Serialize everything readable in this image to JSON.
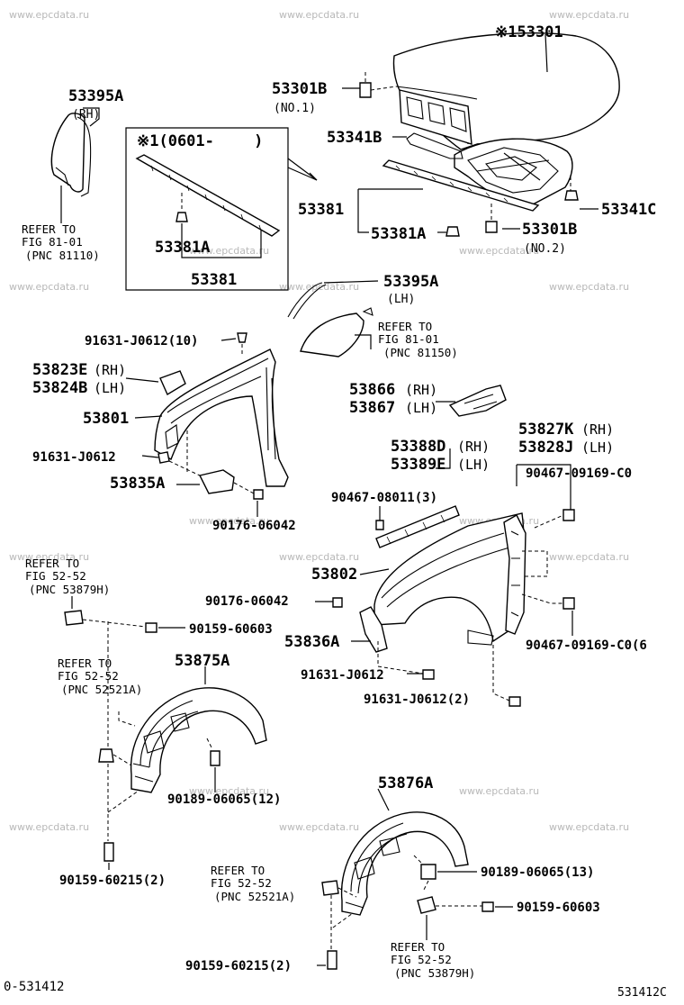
{
  "watermarks": [
    "www.epcdata.ru"
  ],
  "parts": {
    "p153301": "※153301",
    "p53395A_rh": "53395A",
    "rh_paren": "(RH)",
    "p53301B_1": "53301B",
    "no1": "(NO.1)",
    "p53341B": "53341B",
    "p53381_main": "53381",
    "p53381A_main": "53381A",
    "p53301B_2": "53301B",
    "no2": "(NO.2)",
    "p53341C": "53341C",
    "inset_title": "※1(0601-　　 )",
    "p53381A_inset": "53381A",
    "p53381_inset": "53381",
    "p53395A_lh": "53395A",
    "lh_paren": "(LH)",
    "p91631_10": "91631-J0612(10)",
    "p53823E": "53823E",
    "p53824B": "53824B",
    "rh_823": "(RH)",
    "lh_824": "(LH)",
    "p53801": "53801",
    "p91631_a": "91631-J0612",
    "p53835A": "53835A",
    "p90176_a": "90176-06042",
    "p53866": "53866",
    "p53867": "53867",
    "rh_866": "(RH)",
    "lh_867": "(LH)",
    "p53827K": "53827K",
    "p53828J": "53828J",
    "rh_827": "(RH)",
    "lh_828": "(LH)",
    "p53388D": "53388D",
    "p53389E": "53389E",
    "rh_388": "(RH)",
    "lh_389": "(LH)",
    "p90467_top": "90467-09169-C0",
    "p90467_08011": "90467-08011(3)",
    "p53802": "53802",
    "p90176_b": "90176-06042",
    "p90159_60603_a": "90159-60603",
    "p53836A": "53836A",
    "p90467_bot": "90467-09169-C0(6",
    "p91631_b": "91631-J0612",
    "p91631_2": "91631-J0612(2)",
    "p53875A": "53875A",
    "p90189_12": "90189-06065(12)",
    "p90159_60215_a": "90159-60215(2)",
    "p53876A": "53876A",
    "p90189_13": "90189-06065(13)",
    "p90159_60603_b": "90159-60603",
    "p90159_60215_b": "90159-60215(2)",
    "footer_left": "0-531412",
    "footer_right": "531412C"
  },
  "refs": {
    "r1": {
      "l1": "REFER TO",
      "l2": "FIG 81-01",
      "l3": "(PNC 81110)"
    },
    "r2": {
      "l1": "REFER TO",
      "l2": "FIG 81-01",
      "l3": "(PNC 81150)"
    },
    "r3": {
      "l1": "REFER TO",
      "l2": "FIG 52-52",
      "l3": "(PNC 53879H)"
    },
    "r4": {
      "l1": "REFER TO",
      "l2": "FIG 52-52",
      "l3": "(PNC 52521A)"
    },
    "r5": {
      "l1": "REFER TO",
      "l2": "FIG 52-52",
      "l3": "(PNC 52521A)"
    },
    "r6": {
      "l1": "REFER TO",
      "l2": "FIG 52-52",
      "l3": "(PNC 53879H)"
    }
  }
}
